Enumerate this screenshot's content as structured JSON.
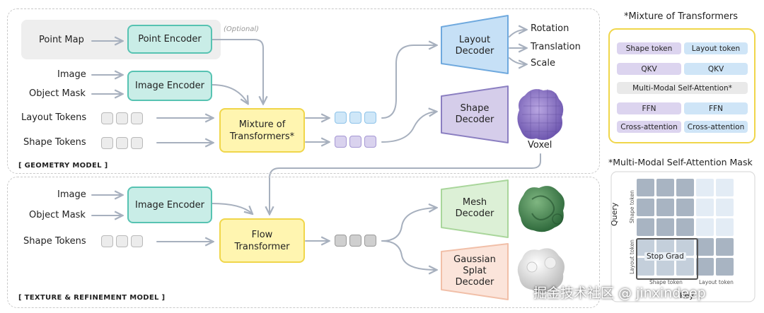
{
  "geometry_model": {
    "section_label": "[ GEOMETRY MODEL ]",
    "inputs": {
      "point_map": "Point Map",
      "image": "Image",
      "object_mask": "Object Mask",
      "layout_tokens": "Layout Tokens",
      "shape_tokens": "Shape Tokens"
    },
    "point_encoder": "Point Encoder",
    "image_encoder": "Image Encoder",
    "optional_note": "(Optional)",
    "mixture_of_transformers": "Mixture of\nTransformers*",
    "layout_decoder": "Layout\nDecoder",
    "shape_decoder": "Shape\nDecoder",
    "outputs": {
      "rotation": "Rotation",
      "translation": "Translation",
      "scale": "Scale",
      "voxel": "Voxel"
    }
  },
  "texture_model": {
    "section_label": "[ TEXTURE & REFINEMENT MODEL ]",
    "inputs": {
      "image": "Image",
      "object_mask": "Object Mask",
      "shape_tokens": "Shape Tokens"
    },
    "image_encoder": "Image Encoder",
    "flow_transformer": "Flow\nTransformer",
    "mesh_decoder": "Mesh\nDecoder",
    "gaussian_decoder": "Gaussian\nSplat\nDecoder"
  },
  "mot_legend": {
    "title": "*Mixture of Transformers",
    "shape_token": "Shape token",
    "layout_token": "Layout token",
    "qkv_left": "QKV",
    "qkv_right": "QKV",
    "self_attention": "Multi-Modal Self-Attention*",
    "ffn_left": "FFN",
    "ffn_right": "FFN",
    "cross_left": "Cross-attention",
    "cross_right": "Cross-attention"
  },
  "attention_mask": {
    "title": "*Multi-Modal Self-Attention Mask",
    "query_label": "Query",
    "row_shape_token": "Shape token",
    "row_layout_token": "Layout token",
    "col_shape_token": "Shape token",
    "col_layout_token": "Layout token",
    "stop_grad": "Stop Grad",
    "key_label": "Key",
    "grid": {
      "rows": 5,
      "cols": 5,
      "row_groups": [
        "shape",
        "shape",
        "shape",
        "layout",
        "layout"
      ],
      "col_groups": [
        "shape",
        "shape",
        "shape",
        "layout",
        "layout"
      ]
    },
    "colors": {
      "dark": "#a8b4c2",
      "light": "#e3ecf5",
      "mid": "#c4cfdb"
    }
  },
  "watermark": "掘金技术社区 @ jinxindeep",
  "colors": {
    "encoder_fill": "#c9ede7",
    "encoder_border": "#57c3b2",
    "transformer_fill": "#fff5b0",
    "transformer_border": "#f0d64a",
    "layout_decoder_fill": "#c6e0f6",
    "layout_decoder_border": "#6fa9de",
    "shape_decoder_fill": "#d5cdea",
    "shape_decoder_border": "#8b7fc1",
    "mesh_decoder_fill": "#dcf0d6",
    "mesh_decoder_border": "#a9d69b",
    "gaussian_decoder_fill": "#fbe4da",
    "gaussian_decoder_border": "#f1bfa8"
  }
}
